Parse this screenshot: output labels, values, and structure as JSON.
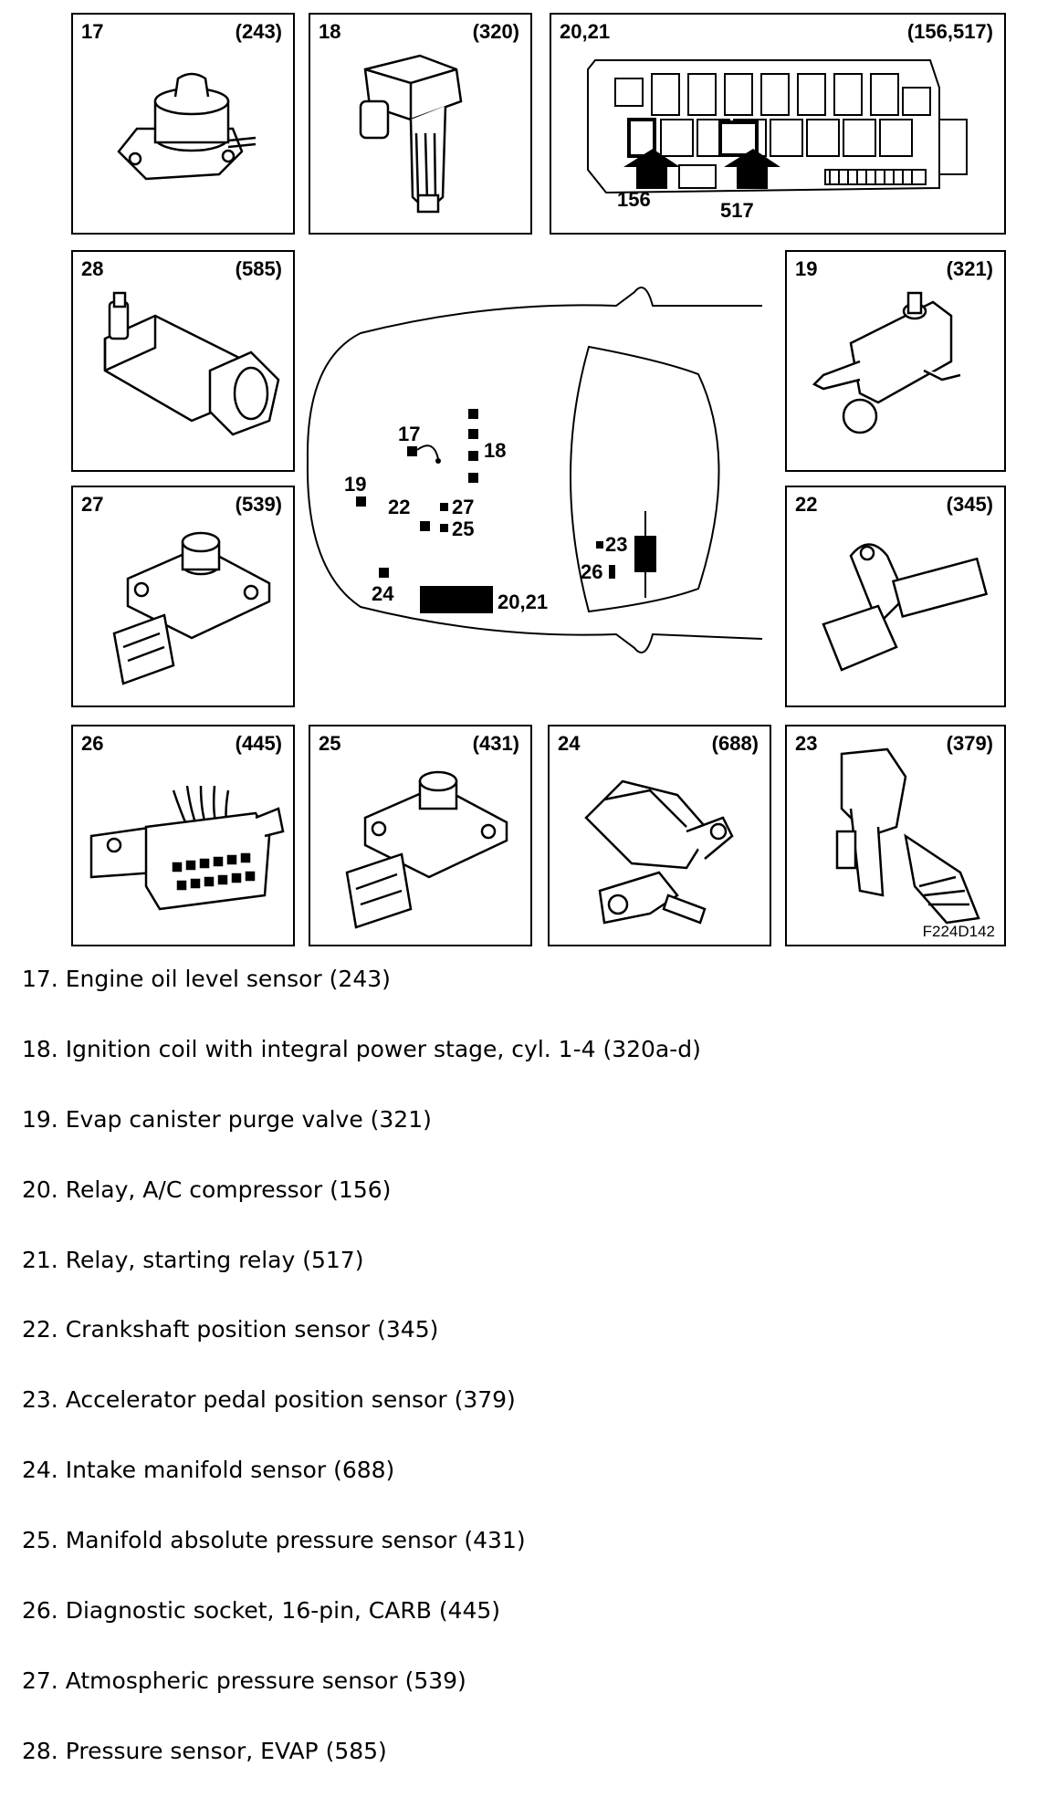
{
  "panels": [
    {
      "num": "17",
      "code": "(243)"
    },
    {
      "num": "18",
      "code": "(320)"
    },
    {
      "num": "20,21",
      "code": "(156,517)"
    },
    {
      "num": "28",
      "code": "(585)"
    },
    {
      "num": "19",
      "code": "(321)"
    },
    {
      "num": "27",
      "code": "(539)"
    },
    {
      "num": "22",
      "code": "(345)"
    },
    {
      "num": "26",
      "code": "(445)"
    },
    {
      "num": "25",
      "code": "(431)"
    },
    {
      "num": "24",
      "code": "(688)"
    },
    {
      "num": "23",
      "code": "(379)"
    }
  ],
  "fuse_box_arrows": [
    "156",
    "517"
  ],
  "car_labels": {
    "l17": "17",
    "l18": "18",
    "l19": "19",
    "l22": "22",
    "l27": "27",
    "l25": "25",
    "l24": "24",
    "l2021": "20,21",
    "l23": "23",
    "l26": "26"
  },
  "figure_id": "F224D142",
  "legend": [
    "17. Engine oil level sensor (243)",
    "18. Ignition coil with integral power stage, cyl. 1-4 (320a-d)",
    "19. Evap canister purge valve (321)",
    "20. Relay, A/C compressor (156)",
    "21. Relay, starting relay (517)",
    "22. Crankshaft position sensor (345)",
    "23. Accelerator pedal position sensor (379)",
    "24. Intake manifold sensor (688)",
    "25. Manifold absolute pressure sensor (431)",
    "26. Diagnostic socket, 16-pin, CARB (445)",
    "27. Atmospheric pressure sensor (539)",
    "28. Pressure sensor, EVAP (585)"
  ]
}
